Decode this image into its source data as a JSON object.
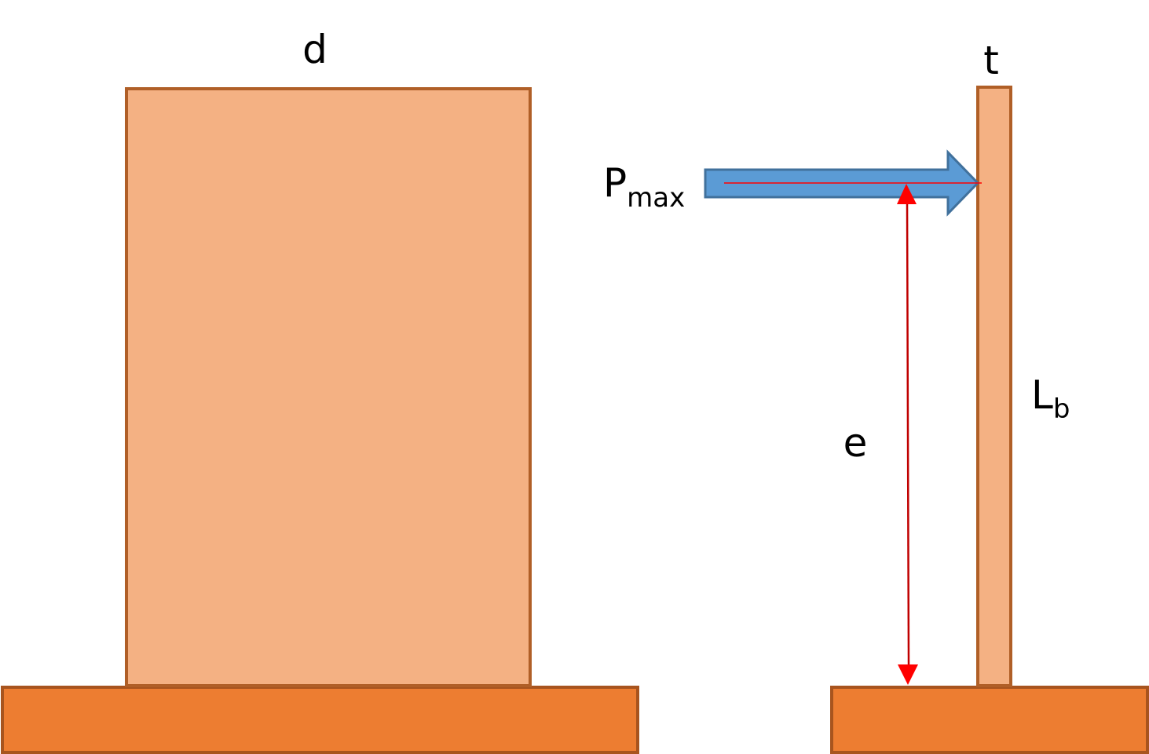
{
  "labels": {
    "width": "d",
    "thickness": "t",
    "load_main": "P",
    "load_sub": "max",
    "eccentricity": "e",
    "length_main": "L",
    "length_sub": "b"
  },
  "colors": {
    "panel_fill": "#F4B183",
    "panel_stroke": "#B05F27",
    "base_fill": "#ED7D31",
    "base_stroke": "#A8541E",
    "arrow_fill": "#5B9BD5",
    "arrow_stroke": "#41719C",
    "dimension_line": "#C00000",
    "load_line": "#FF0000",
    "arrowhead": "#FF0000"
  },
  "icons": {
    "load_arrow": "block-arrow-right",
    "dimension_arrow": "double-headed-arrow"
  }
}
